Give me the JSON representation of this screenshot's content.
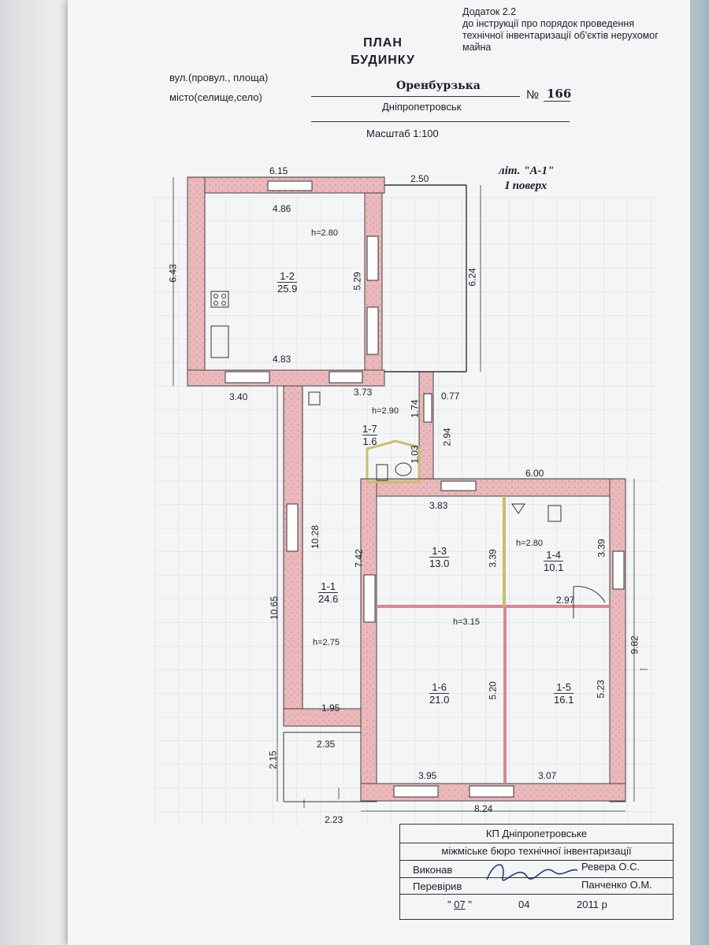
{
  "appendix": {
    "line1": "Додаток 2.2",
    "line2": "до інструкції про  порядок проведення",
    "line3": "технічної   інвентаризації об'єктів нерухомог",
    "line4": "майна"
  },
  "title": {
    "line1": "ПЛАН",
    "line2": "БУДИНКУ"
  },
  "form": {
    "street_label": "вул.(провул., площа)",
    "street_value": "Оренбурзька",
    "number_label": "№",
    "number_value": "166",
    "city_label": "місто(селище,село)",
    "city_value": "Дніпропетровськ",
    "scale": "Масштаб 1:100"
  },
  "lit": {
    "line1": "літ.  \"А-1\"",
    "line2": "I  поверх"
  },
  "rooms": [
    {
      "id": "1-2",
      "area": "25.9"
    },
    {
      "id": "1-7",
      "area": "1.6"
    },
    {
      "id": "1-3",
      "area": "13.0"
    },
    {
      "id": "1-4",
      "area": "10.1"
    },
    {
      "id": "1-1",
      "area": "24.6"
    },
    {
      "id": "1-6",
      "area": "21.0"
    },
    {
      "id": "1-5",
      "area": "16.1"
    }
  ],
  "heights": {
    "h1": "h=2.80",
    "h2": "h=2.90",
    "h3": "h=2.80",
    "h4": "h=3.15",
    "h5": "h=2.75"
  },
  "dims": {
    "d615": "6.15",
    "d250": "2.50",
    "d486": "4.86",
    "d643": "6.43",
    "d529": "5.29",
    "d624": "6.24",
    "d483": "4.83",
    "d340": "3.40",
    "d373": "3.73",
    "d077": "0.77",
    "d174": "1.74",
    "d294": "2.94",
    "d103": "1.03",
    "d600": "6.00",
    "d383": "3.83",
    "d1028": "10.28",
    "d742": "7.42",
    "d339a": "3.39",
    "d339b": "3.39",
    "d297": "2.97",
    "d1065": "10.65",
    "d982": "9.82",
    "d520": "5.20",
    "d523": "5.23",
    "d195": "1.95",
    "d235": "2.35",
    "d215": "2.15",
    "d395": "3.95",
    "d307": "3.07",
    "d824": "8.24",
    "d223": "2.23"
  },
  "stamp": {
    "org1": "КП Дніпропетровське",
    "org2": "міжміське бюро технічної інвентаризації",
    "executed_label": "Виконав",
    "executed_name": "Ревера О.С.",
    "checked_label": "Перевірив",
    "checked_name": "Панченко О.М.",
    "day": "07",
    "month": "04",
    "year": "2011 р"
  },
  "colors": {
    "wall": "#e7b7b9",
    "wall_edge": "#d98a8e",
    "ink": "#222222",
    "paper": "#f4f5f6"
  }
}
